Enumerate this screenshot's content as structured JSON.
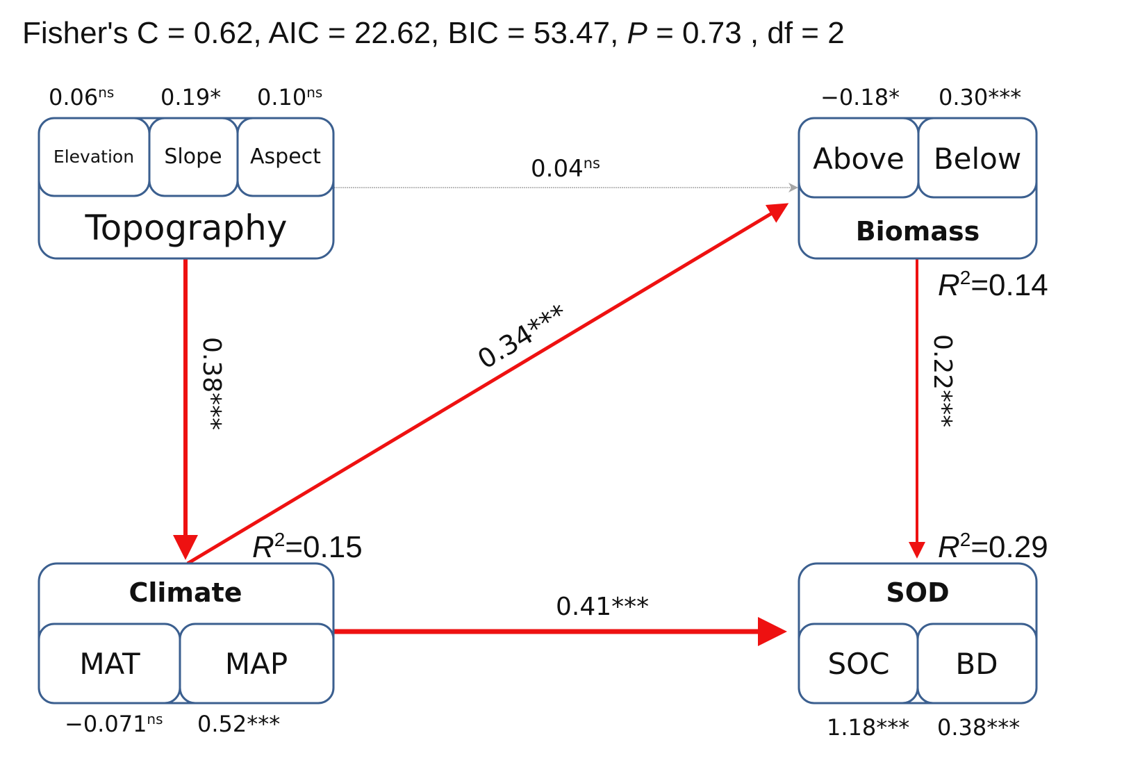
{
  "header": {
    "fit_prefix": "Fisher's C = 0.62, AIC = 22.62, BIC = 53.47, ",
    "p_symbol": "P",
    "fit_suffix": " = 0.73 , df = 2"
  },
  "colors": {
    "box_border": "#3b5f8f",
    "significant_path": "#ee1111",
    "nonsignificant_path": "#a6a6a6",
    "text": "#111111"
  },
  "nodes": {
    "topography": {
      "title": "Topography",
      "indicators": [
        {
          "label": "Elevation",
          "coef": "0.06",
          "sig": "ns"
        },
        {
          "label": "Slope",
          "coef": "0.19*",
          "sig": ""
        },
        {
          "label": "Aspect",
          "coef": "0.10",
          "sig": "ns"
        }
      ]
    },
    "biomass": {
      "title": "Biomass",
      "r2_symbol": "R",
      "r2_exp": "2",
      "r2_value": "=0.14",
      "indicators": [
        {
          "label": "Above",
          "coef": "−0.18*",
          "sig": ""
        },
        {
          "label": "Below",
          "coef": "0.30***",
          "sig": ""
        }
      ]
    },
    "climate": {
      "title": "Climate",
      "r2_symbol": "R",
      "r2_exp": "2",
      "r2_value": "=0.15",
      "indicators": [
        {
          "label": "MAT",
          "coef": "−0.071",
          "sig": "ns"
        },
        {
          "label": "MAP",
          "coef": "0.52***",
          "sig": ""
        }
      ]
    },
    "sod": {
      "title": "SOD",
      "r2_symbol": "R",
      "r2_exp": "2",
      "r2_value": "=0.29",
      "indicators": [
        {
          "label": "SOC",
          "coef": "1.18***",
          "sig": ""
        },
        {
          "label": "BD",
          "coef": "0.38***",
          "sig": ""
        }
      ]
    }
  },
  "paths": [
    {
      "from": "Topography",
      "to": "Biomass",
      "coef": "0.04",
      "sig": "ns",
      "significant": false
    },
    {
      "from": "Topography",
      "to": "Climate",
      "coef": "0.38***",
      "sig": "",
      "significant": true
    },
    {
      "from": "Climate",
      "to": "Biomass",
      "coef": "0.34***",
      "sig": "",
      "significant": true
    },
    {
      "from": "Biomass",
      "to": "SOD",
      "coef": "0.22***",
      "sig": "",
      "significant": true
    },
    {
      "from": "Climate",
      "to": "SOD",
      "coef": "0.41***",
      "sig": "",
      "significant": true
    }
  ]
}
